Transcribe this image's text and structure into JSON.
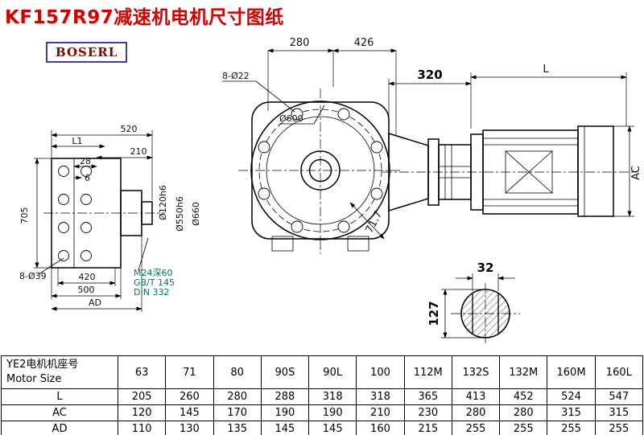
{
  "page": {
    "title": "KF157R97减速机电机尺寸图纸",
    "logo_text": "BOSERL"
  },
  "colors": {
    "title_red": "#d40000",
    "spec_green": "#00795c",
    "logo_border_blue": "#3b3bb0",
    "logo_text_red": "#8b0000",
    "line_black": "#000000"
  },
  "views": {
    "side_view": {
      "L1": "L1",
      "d520": "520",
      "d210": "210",
      "d28": "28",
      "d6": "6",
      "d705": "705",
      "holes_label": "8-Ø39",
      "d420": "420",
      "d500": "500",
      "AD": "AD",
      "shaft_dia": "Ø120h6",
      "spigot_dia": "Ø550h6",
      "flange_dia": "Ø660",
      "tap_spec": "M24深60",
      "tap_std1": "GB/T 145",
      "tap_std2": "DIN 332"
    },
    "front_view": {
      "holes_label": "8-Ø22",
      "d280": "280",
      "d426": "426",
      "dia": "Ø600",
      "angled_dim": "71.7"
    },
    "motor_view": {
      "d320": "320",
      "L": "L",
      "AC": "AC"
    },
    "shaft_end_view": {
      "key_width": "32",
      "d127": "127"
    }
  },
  "table": {
    "header_cn": "YE2电机机座号",
    "header_en": "Motor Size",
    "sizes": [
      "63",
      "71",
      "80",
      "90S",
      "90L",
      "100",
      "112M",
      "132S",
      "132M",
      "160M",
      "160L"
    ],
    "rows": [
      {
        "label": "L",
        "values": [
          "205",
          "260",
          "280",
          "288",
          "318",
          "318",
          "365",
          "413",
          "452",
          "524",
          "547"
        ]
      },
      {
        "label": "AC",
        "values": [
          "120",
          "145",
          "170",
          "190",
          "190",
          "210",
          "230",
          "280",
          "280",
          "315",
          "315"
        ]
      },
      {
        "label": "AD",
        "values": [
          "110",
          "130",
          "135",
          "145",
          "145",
          "160",
          "215",
          "255",
          "255",
          "255",
          "255"
        ]
      }
    ]
  }
}
